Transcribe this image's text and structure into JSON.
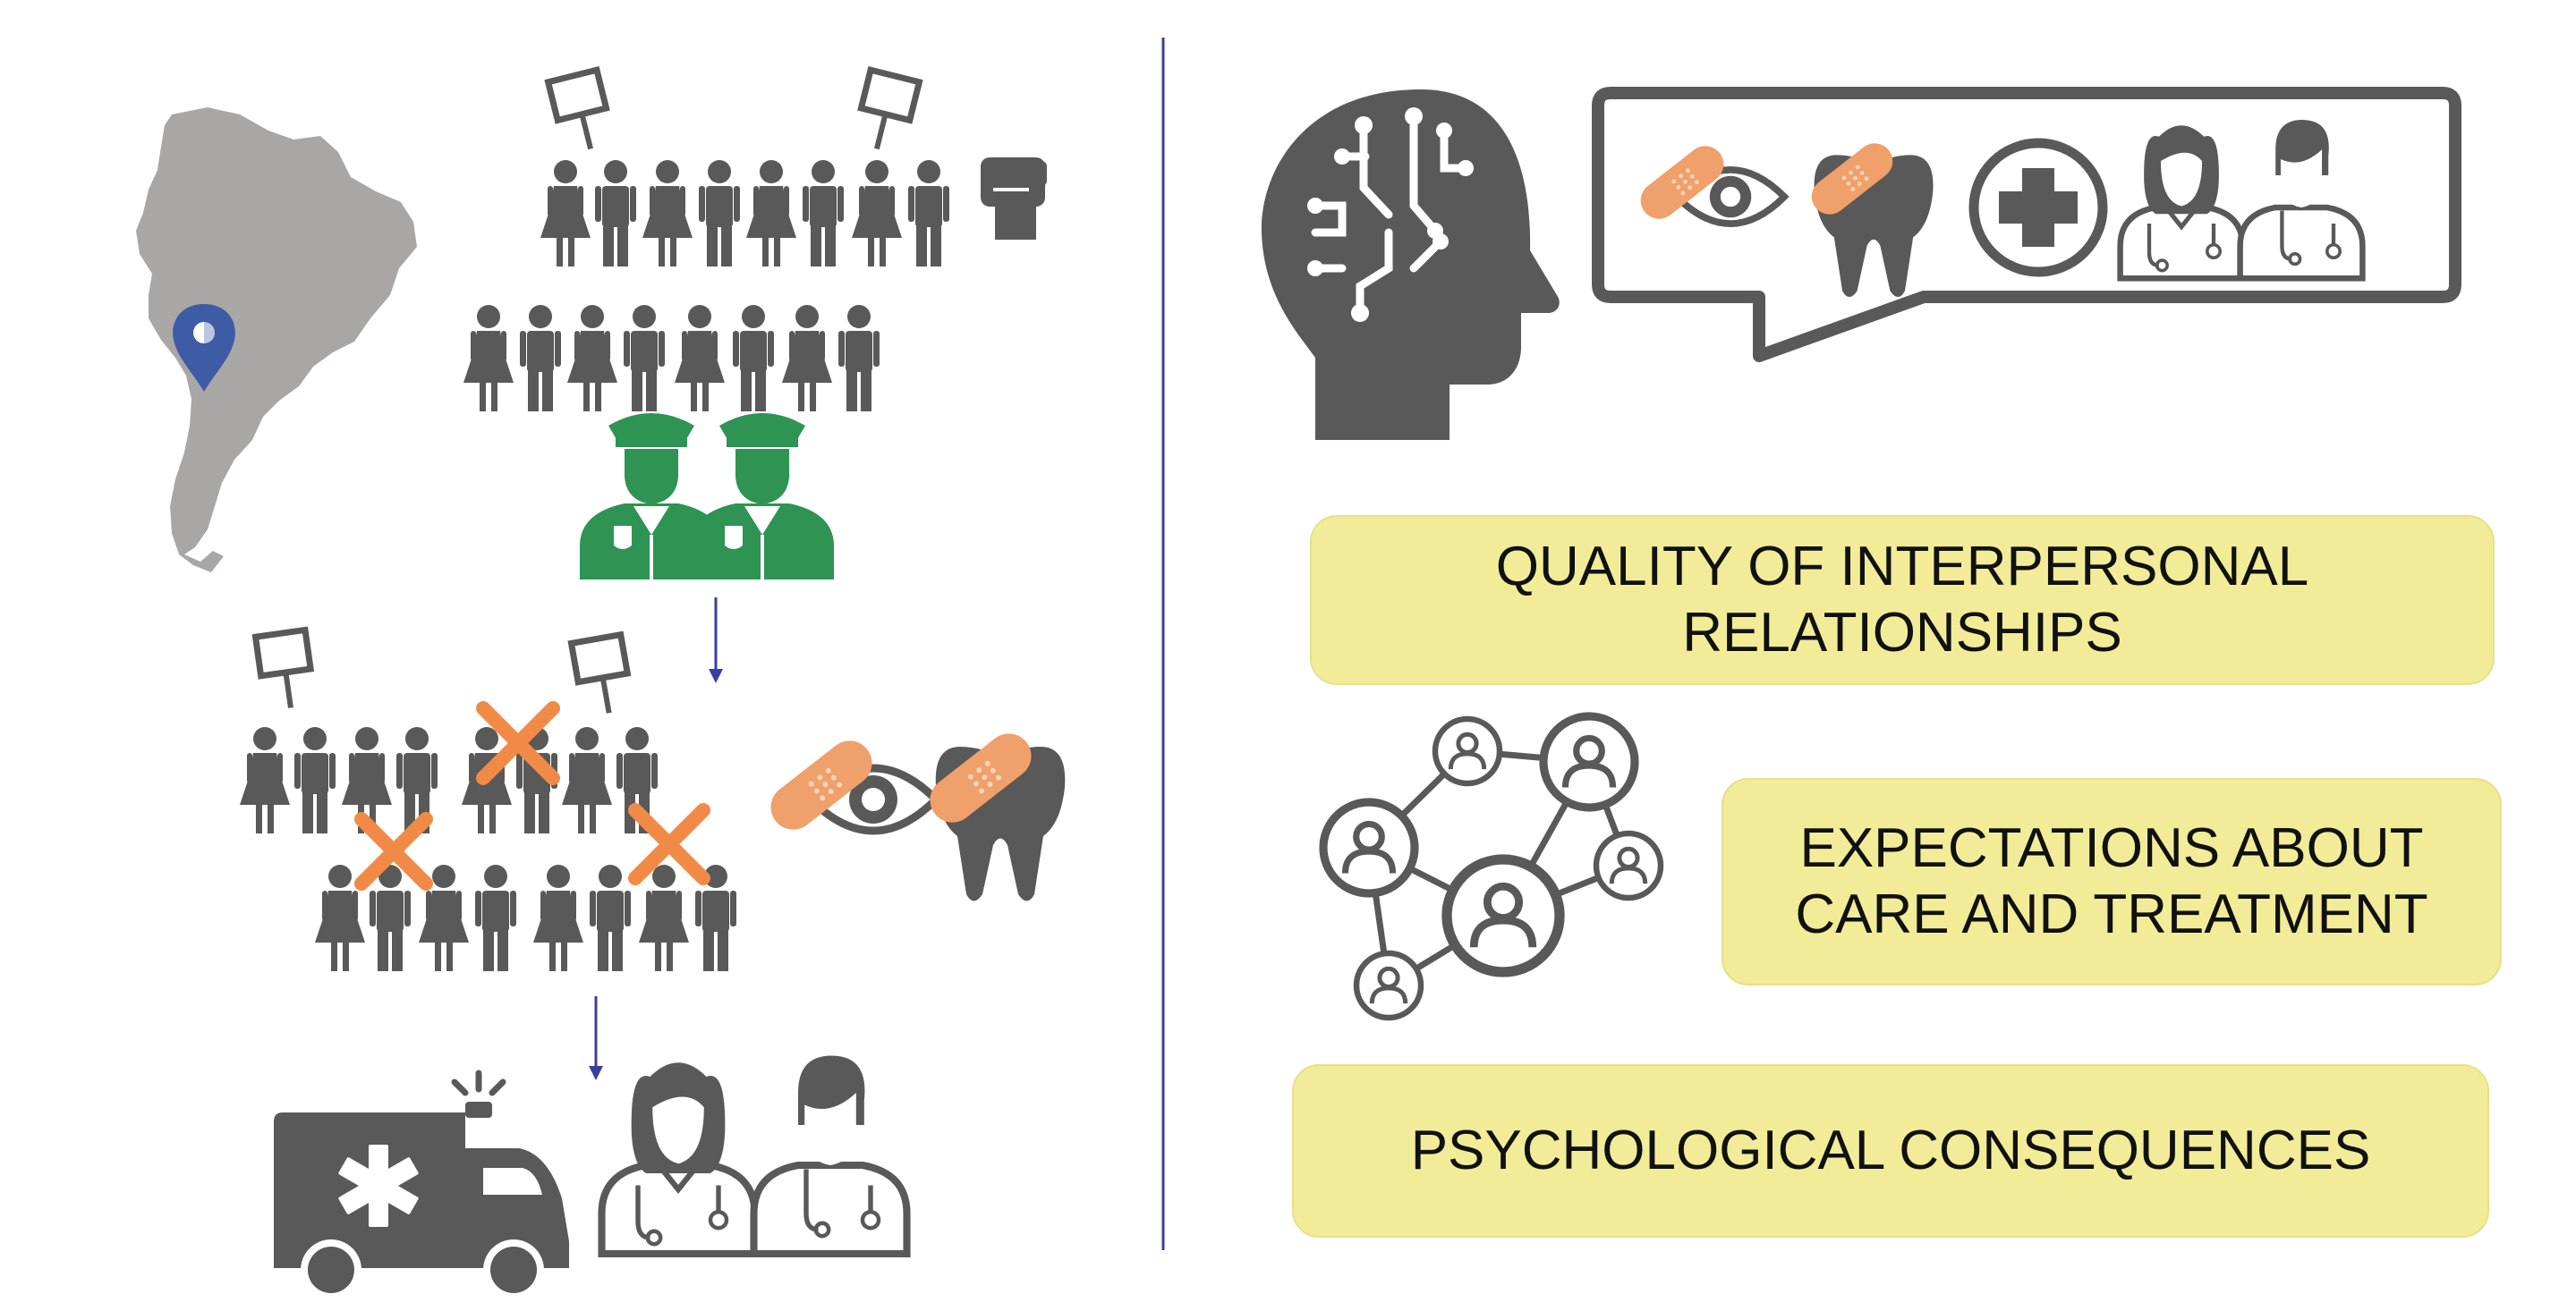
{
  "colors": {
    "icon_dark": "#595959",
    "map_gray": "#a9a7a6",
    "pin_blue": "#3e5ba6",
    "police_green": "#2e9353",
    "bandage_orange": "#f0a06a",
    "cross_orange": "#f28a47",
    "divider_blue": "#3a3f9e",
    "theme_box_fill": "#f2ec98",
    "theme_box_border": "#e6e08a"
  },
  "left_panel": {
    "map_icon": "south-america-map",
    "location_marker": "map-pin-icon",
    "crowd": "protest-crowd-with-signs",
    "raised_fist": "raised-fist-icon",
    "police": "police-officer-icons",
    "injured_crowd": "crowd-with-injured-marked-by-x",
    "eye_injury": "bandaged-eye-icon",
    "tooth_injury": "bandaged-tooth-icon",
    "ambulance": "ambulance-icon",
    "health_workers": "doctor-icons"
  },
  "right_panel": {
    "head_icon": "circuit-head-icon",
    "speech_bubble_icons": [
      "bandaged-eye-icon",
      "bandaged-tooth-icon",
      "medical-cross-icon",
      "female-doctor-icon",
      "male-doctor-icon"
    ],
    "network_icon": "people-network-icon",
    "themes": [
      {
        "line1": "QUALITY OF INTERPERSONAL",
        "line2": "RELATIONSHIPS"
      },
      {
        "line1": "EXPECTATIONS ABOUT",
        "line2": "CARE AND TREATMENT"
      },
      {
        "line1": "PSYCHOLOGICAL CONSEQUENCES",
        "line2": ""
      }
    ]
  }
}
